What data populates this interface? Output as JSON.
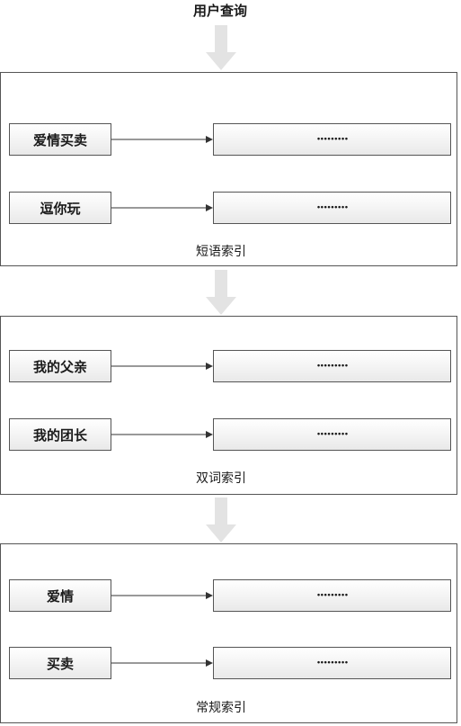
{
  "title": "用户查询",
  "indexes": [
    {
      "caption": "短语索引",
      "rows": [
        {
          "key": "爱情买卖",
          "value": "·········"
        },
        {
          "key": "逗你玩",
          "value": "·········"
        }
      ]
    },
    {
      "caption": "双词索引",
      "rows": [
        {
          "key": "我的父亲",
          "value": "·········"
        },
        {
          "key": "我的团长",
          "value": "·········"
        }
      ]
    },
    {
      "caption": "常规索引",
      "rows": [
        {
          "key": "爱情",
          "value": "·········"
        },
        {
          "key": "买卖",
          "value": "·········"
        }
      ]
    }
  ],
  "colors": {
    "arrow": "#e3e3e3",
    "border": "#555555",
    "line": "#333333"
  }
}
